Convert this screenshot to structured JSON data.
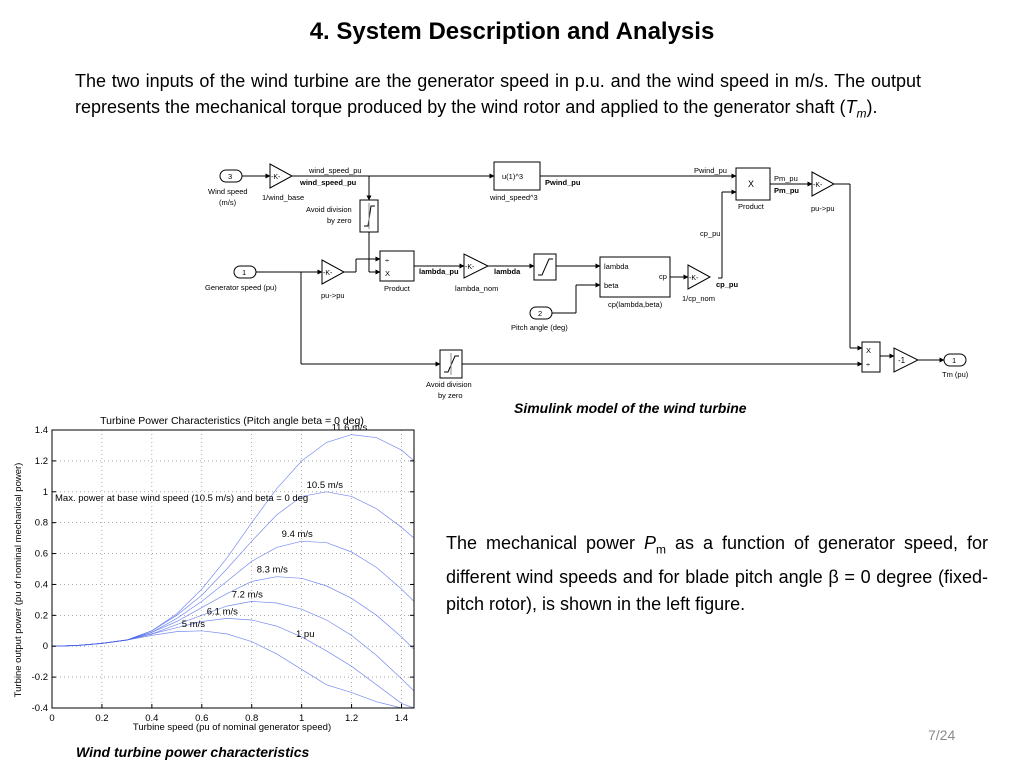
{
  "title": "4. System Description and Analysis",
  "intro": {
    "text_before": "The two inputs of the wind turbine are the generator speed in p.u. and the wind speed in m/s. The output represents the mechanical torque produced by the wind rotor and applied to the generator shaft (",
    "symbol": "T",
    "subscript": "m",
    "text_after": ")."
  },
  "simulink": {
    "caption": "Simulink model of the wind turbine",
    "in3": {
      "port": "3",
      "label1": "Wind speed",
      "label2": "(m/s)"
    },
    "gain_wind_base": {
      "glyph": "-K-",
      "label": "1/wind_base"
    },
    "signal_wind_speed_pu": {
      "top": "wind_speed_pu",
      "bold": "wind_speed_pu"
    },
    "fcn": {
      "expr": "u(1)^3",
      "label": "wind_speed^3"
    },
    "signal_pwind_pu": {
      "top": "Pwind_pu",
      "bold": "Pwind_pu"
    },
    "product_top": {
      "glyph": "X",
      "label": "Product"
    },
    "signal_pm_pu": {
      "top": "Pm_pu",
      "bold": "Pm_pu"
    },
    "gain_pu_pu_top": {
      "glyph": "-K-",
      "label": "pu->pu"
    },
    "sat_top": {
      "label1": "Avoid division",
      "label2": "by zero"
    },
    "in1": {
      "port": "1",
      "label": "Generator speed (pu)"
    },
    "gain_pu_pu_left": {
      "glyph": "-K-",
      "label": "pu->pu"
    },
    "divide": {
      "label": "Product"
    },
    "signal_lambda_pu": {
      "label": "lambda_pu"
    },
    "gain_lambda_nom": {
      "glyph": "-K-",
      "label": "lambda_nom"
    },
    "signal_lambda": {
      "label": "lambda"
    },
    "cp_block": {
      "in1": "lambda",
      "in2": "beta",
      "out": "cp",
      "label": "cp(lambda,beta)"
    },
    "in2": {
      "port": "2",
      "label": "Pitch angle (deg)"
    },
    "gain_cp_nom": {
      "glyph": "-K-",
      "label": "1/cp_nom"
    },
    "signal_cp_pu_bold": {
      "label": "cp_pu"
    },
    "signal_cp_pu_top": {
      "label": "cp_pu"
    },
    "sat_bottom": {
      "label1": "Avoid division",
      "label2": "by zero"
    },
    "gain_neg": {
      "glyph": "-1"
    },
    "out1": {
      "port": "1",
      "label": "Tm (pu)"
    }
  },
  "plot": {
    "caption": "Wind turbine power characteristics",
    "annotation": "Max. power at base wind speed (10.5 m/s) and beta = 0 deg",
    "one_pu_label": "1 pu",
    "colors": {
      "curve": "#4a64e8",
      "axis": "#000000"
    }
  },
  "chart_data": {
    "type": "line",
    "title": "Turbine Power Characteristics (Pitch angle beta = 0 deg)",
    "xlabel": "Turbine speed (pu of nominal generator speed)",
    "ylabel": "Turbine output power (pu of nominal mechanical power)",
    "xlim": [
      0,
      1.45
    ],
    "ylim": [
      -0.4,
      1.4
    ],
    "xticks": [
      "0",
      "0.2",
      "0.4",
      "0.6",
      "0.8",
      "1",
      "1.2",
      "1.4"
    ],
    "yticks": [
      "1.4",
      "1.2",
      "1",
      "0.8",
      "0.6",
      "0.4",
      "0.2",
      "0",
      "-0.2",
      "-0.4"
    ],
    "grid": true,
    "series": [
      {
        "name": "5 m/s",
        "x": [
          0,
          0.1,
          0.2,
          0.3,
          0.4,
          0.5,
          0.6,
          0.7,
          0.8,
          0.9,
          1.0,
          1.1,
          1.2,
          1.3,
          1.4,
          1.45
        ],
        "values": [
          0,
          0.005,
          0.018,
          0.04,
          0.07,
          0.095,
          0.1,
          0.08,
          0.03,
          -0.05,
          -0.15,
          -0.25,
          -0.3,
          -0.36,
          -0.4,
          -0.42
        ]
      },
      {
        "name": "6.1 m/s",
        "x": [
          0,
          0.1,
          0.2,
          0.3,
          0.4,
          0.5,
          0.6,
          0.7,
          0.8,
          0.9,
          1.0,
          1.1,
          1.2,
          1.3,
          1.4,
          1.45
        ],
        "values": [
          0,
          0.005,
          0.018,
          0.04,
          0.08,
          0.12,
          0.16,
          0.18,
          0.17,
          0.13,
          0.06,
          -0.03,
          -0.13,
          -0.25,
          -0.37,
          -0.43
        ]
      },
      {
        "name": "7.2 m/s",
        "x": [
          0,
          0.1,
          0.2,
          0.3,
          0.4,
          0.5,
          0.6,
          0.7,
          0.8,
          0.9,
          1.0,
          1.1,
          1.2,
          1.3,
          1.4,
          1.45
        ],
        "values": [
          0,
          0.005,
          0.018,
          0.04,
          0.08,
          0.14,
          0.2,
          0.26,
          0.29,
          0.28,
          0.24,
          0.17,
          0.07,
          -0.06,
          -0.21,
          -0.29
        ]
      },
      {
        "name": "8.3 m/s",
        "x": [
          0,
          0.1,
          0.2,
          0.3,
          0.4,
          0.5,
          0.6,
          0.7,
          0.8,
          0.9,
          1.0,
          1.1,
          1.2,
          1.3,
          1.4,
          1.45
        ],
        "values": [
          0,
          0.005,
          0.018,
          0.04,
          0.09,
          0.16,
          0.25,
          0.34,
          0.42,
          0.45,
          0.44,
          0.39,
          0.31,
          0.2,
          0.06,
          -0.02
        ]
      },
      {
        "name": "9.4 m/s",
        "x": [
          0,
          0.1,
          0.2,
          0.3,
          0.4,
          0.5,
          0.6,
          0.7,
          0.8,
          0.9,
          1.0,
          1.1,
          1.2,
          1.3,
          1.4,
          1.45
        ],
        "values": [
          0,
          0.005,
          0.018,
          0.04,
          0.09,
          0.18,
          0.29,
          0.42,
          0.55,
          0.64,
          0.68,
          0.67,
          0.61,
          0.51,
          0.37,
          0.29
        ]
      },
      {
        "name": "10.5 m/s",
        "x": [
          0,
          0.1,
          0.2,
          0.3,
          0.4,
          0.5,
          0.6,
          0.7,
          0.8,
          0.9,
          1.0,
          1.1,
          1.2,
          1.3,
          1.4,
          1.45
        ],
        "values": [
          0,
          0.005,
          0.018,
          0.04,
          0.1,
          0.2,
          0.33,
          0.5,
          0.68,
          0.85,
          0.97,
          1.0,
          0.97,
          0.89,
          0.77,
          0.7
        ]
      },
      {
        "name": "11.6 m/s",
        "x": [
          0,
          0.1,
          0.2,
          0.3,
          0.4,
          0.5,
          0.6,
          0.7,
          0.8,
          0.9,
          1.0,
          1.1,
          1.2,
          1.3,
          1.4,
          1.45
        ],
        "values": [
          0,
          0.005,
          0.018,
          0.04,
          0.1,
          0.21,
          0.37,
          0.57,
          0.8,
          1.02,
          1.2,
          1.32,
          1.37,
          1.35,
          1.27,
          1.2
        ]
      }
    ]
  },
  "description": {
    "text_before": "The mechanical power ",
    "symbol": "P",
    "subscript": "m",
    "text_after": " as a function of generator speed, for different wind speeds and for blade pitch angle β = 0 degree (fixed-pitch rotor), is shown in  the left figure."
  },
  "page_number": "7/24"
}
